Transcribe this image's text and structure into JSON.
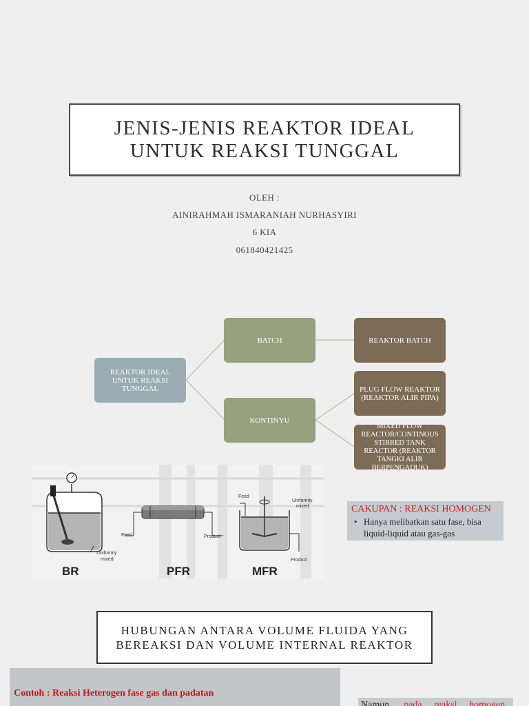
{
  "title": {
    "line1": "JENIS-JENIS REAKTOR IDEAL",
    "line2": "UNTUK REAKSI TUNGGAL"
  },
  "byline": {
    "label": "OLEH :",
    "author": "AINIRAHMAH ISMARANIAH NURHASYIRI",
    "class": "6 KIA",
    "nim": "061840421425"
  },
  "diagram": {
    "root": "REAKTOR IDEAL UNTUK REAKSI TUNGGAL",
    "batch": "BATCH",
    "continuous": "KONTINYU",
    "batch_leaf": "REAKTOR BATCH",
    "pfr_leaf": "PLUG FLOW REAKTOR (REAKTOR ALIR PIPA)",
    "mfr_leaf": "MIXED FLOW REACTOR/CONTINOUS STIRRED TANK REACTOR (REAKTOR TANGKI ALIR BERPENGADUK)"
  },
  "figure": {
    "br": "BR",
    "pfr": "PFR",
    "mfr": "MFR",
    "uniformly1": "Uniformly",
    "mixed1": "mixed",
    "feed1": "Feed",
    "product1": "Product",
    "feed2": "Feed",
    "uniformly2": "Uniformly",
    "mixed2": "mixed",
    "product2": "Product"
  },
  "scope": {
    "heading": "CAKUPAN :  REAKSI HOMOGEN",
    "bullet_line1": "Hanya melibatkan satu fase, bisa",
    "bullet_line2": "liquid-liquid atau gas-gas"
  },
  "subtitle": {
    "line1": "HUBUNGAN ANTARA VOLUME FLUIDA YANG",
    "line2": "BEREAKSI DAN VOLUME INTERNAL REAKTOR"
  },
  "example": {
    "text": "Contoh : Reaksi Heterogen fase gas dan padatan"
  },
  "note": {
    "prefix": "Namun,",
    "red": "pada reaksi homogen"
  },
  "colors": {
    "root": "#9aacb4",
    "mid": "#98a07e",
    "leaf": "#7c6c55",
    "accent_red": "#e0191e"
  }
}
